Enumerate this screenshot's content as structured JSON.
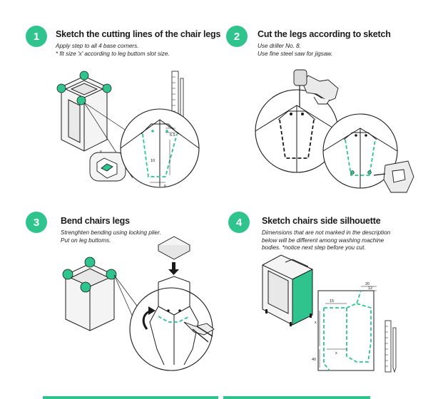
{
  "accent_color": "#2fc48d",
  "steps": [
    {
      "number": "1",
      "title": "Sketch the cutting lines of the chair legs",
      "notes": [
        "Apply step to all 4 base corners.",
        "* fit size 'x' according to leg buttom slot size."
      ],
      "labels": {
        "x_top": "x",
        "dim_small": "6.5",
        "dim_side": "10",
        "x_bottom": "x",
        "slot_x": "x"
      }
    },
    {
      "number": "2",
      "title": "Cut the legs according to sketch",
      "notes": [
        "Use driller No. 8.",
        "Use fine steel saw for jigsaw."
      ]
    },
    {
      "number": "3",
      "title": "Bend chairs legs",
      "notes": [
        "Strenghten bending using locking plier.",
        "Put on leg buttoms."
      ]
    },
    {
      "number": "4",
      "title": "Sketch chairs side silhouette",
      "notes": [
        "Dimensions that are not marked in the description",
        "below will be different among washing machine",
        "bodies. *notice next step before you cut."
      ],
      "labels": {
        "dim_20": "20",
        "dim_12": "12",
        "dim_15": "15",
        "dim_x_side": "x",
        "dim_x_bottom": "x",
        "dim_40": "40"
      }
    }
  ]
}
